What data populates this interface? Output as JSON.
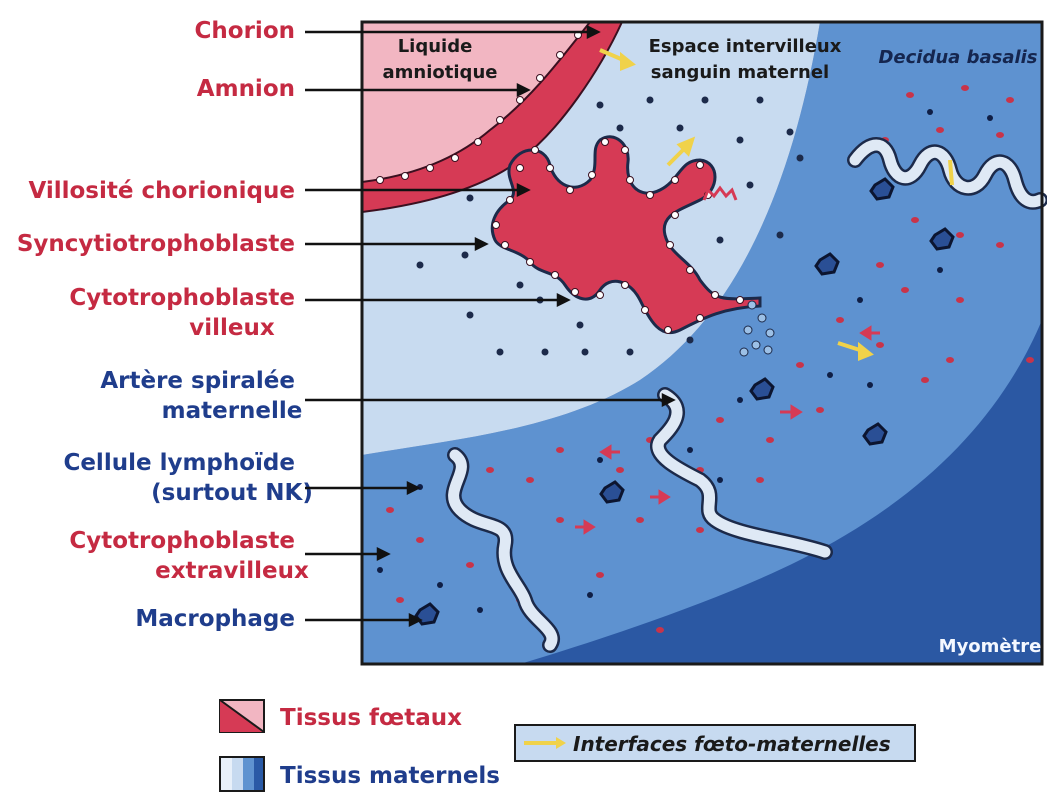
{
  "labels": {
    "chorion": "Chorion",
    "amnion": "Amnion",
    "villosite": "Villosité chorionique",
    "syncytio": "Syncytiotrophoblaste",
    "cyto_villeux_1": "Cytotrophoblaste",
    "cyto_villeux_2": "villeux",
    "artere_1": "Artère spiralée",
    "artere_2": "maternelle",
    "lympho_1": "Cellule lymphoïde",
    "lympho_2": "(surtout NK)",
    "cyto_extra_1": "Cytotrophoblaste",
    "cyto_extra_2": "extravilleux",
    "macrophage": "Macrophage"
  },
  "regions": {
    "liquide_1": "Liquide",
    "liquide_2": "amniotique",
    "espace_1": "Espace intervilleux",
    "espace_2": "sanguin maternel",
    "decidua": "Decidua basalis",
    "myometre": "Myomètre"
  },
  "legend": {
    "foetal": "Tissus fœtaux",
    "maternel": "Tissus maternels",
    "interfaces": "Interfaces fœto-maternelles"
  },
  "colors": {
    "fetal_red": "#d63a55",
    "fetal_pink": "#f2b6c2",
    "label_red": "#c52a42",
    "label_blue": "#1f3d8c",
    "maternal_light": "#c7daf0",
    "maternal_mid": "#5f93d0",
    "maternal_dark": "#2a5aa6",
    "interface_yellow": "#f0d24a"
  }
}
